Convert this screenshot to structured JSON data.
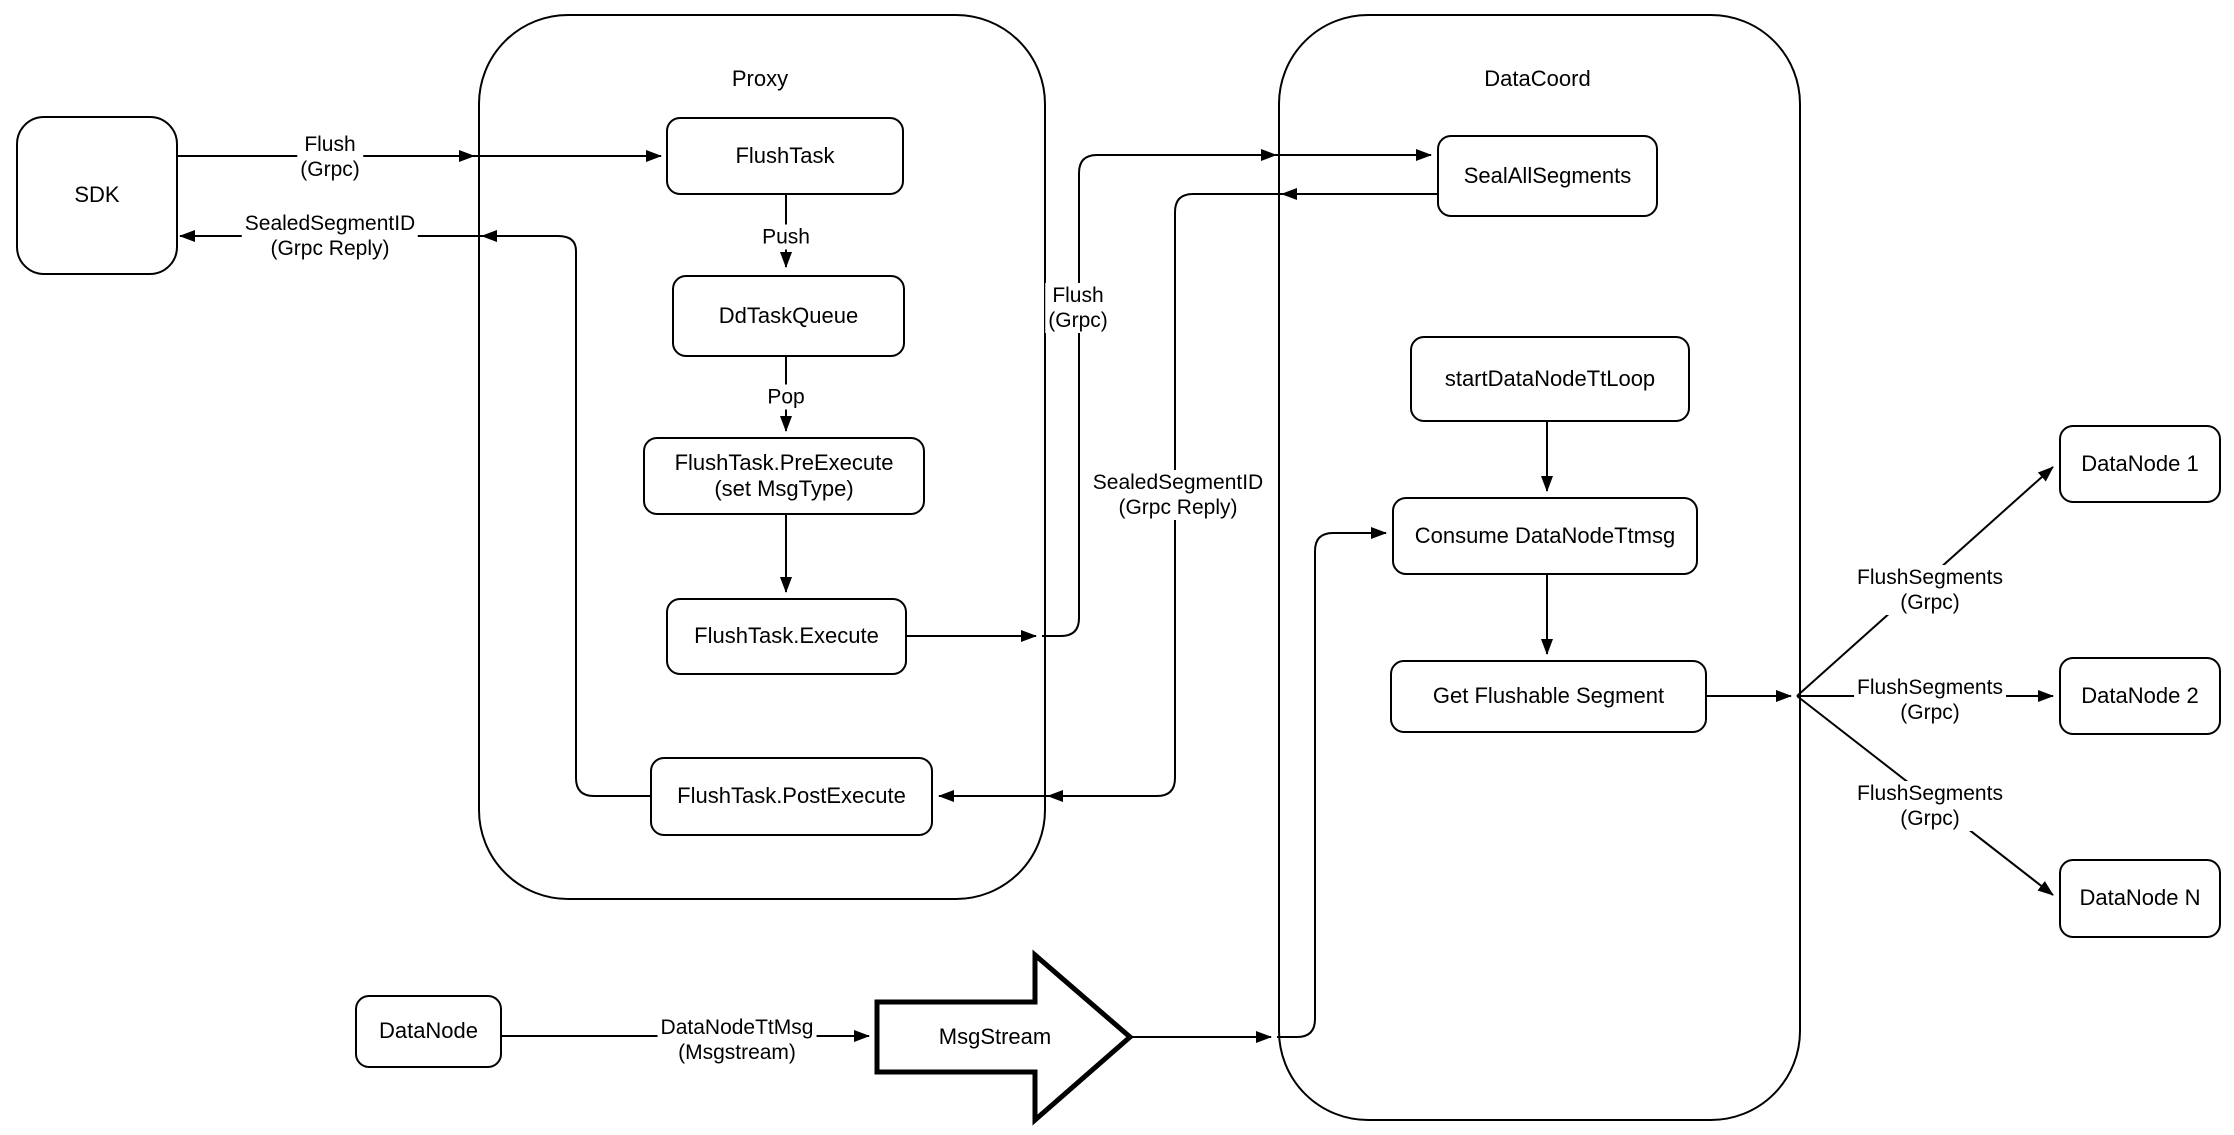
{
  "colors": {
    "stroke": "#000000",
    "fill": "#ffffff",
    "background": "#ffffff"
  },
  "containers": {
    "proxy": "Proxy",
    "datacoord": "DataCoord"
  },
  "nodes": {
    "sdk": "SDK",
    "flushtask": "FlushTask",
    "ddtaskqueue": "DdTaskQueue",
    "preexecute_l1": "FlushTask.PreExecute",
    "preexecute_l2": "(set MsgType)",
    "execute": "FlushTask.Execute",
    "postexecute": "FlushTask.PostExecute",
    "sealallsegments": "SealAllSegments",
    "startdatanodettloop": "startDataNodeTtLoop",
    "consumedatanodettmsg": "Consume DataNodeTtmsg",
    "getflushablesegment": "Get Flushable Segment",
    "datanode1": "DataNode 1",
    "datanode2": "DataNode 2",
    "datanoden": "DataNode N",
    "datanode_bottom": "DataNode"
  },
  "shapes": {
    "msgstream": "MsgStream"
  },
  "edge_labels": {
    "sdk_flush_l1": "Flush",
    "sdk_flush_l2": "(Grpc)",
    "sdk_reply_l1": "SealedSegmentID",
    "sdk_reply_l2": "(Grpc Reply)",
    "push": "Push",
    "pop": "Pop",
    "flush_grpc_l1": "Flush",
    "flush_grpc_l2": "(Grpc)",
    "sealed_reply_l1": "SealedSegmentID",
    "sealed_reply_l2": "(Grpc Reply)",
    "flushsegments1_l1": "FlushSegments",
    "flushsegments1_l2": "(Grpc)",
    "flushsegments2_l1": "FlushSegments",
    "flushsegments2_l2": "(Grpc)",
    "flushsegments3_l1": "FlushSegments",
    "flushsegments3_l2": "(Grpc)",
    "datanodettmsg_l1": "DataNodeTtMsg",
    "datanodettmsg_l2": "(Msgstream)"
  }
}
